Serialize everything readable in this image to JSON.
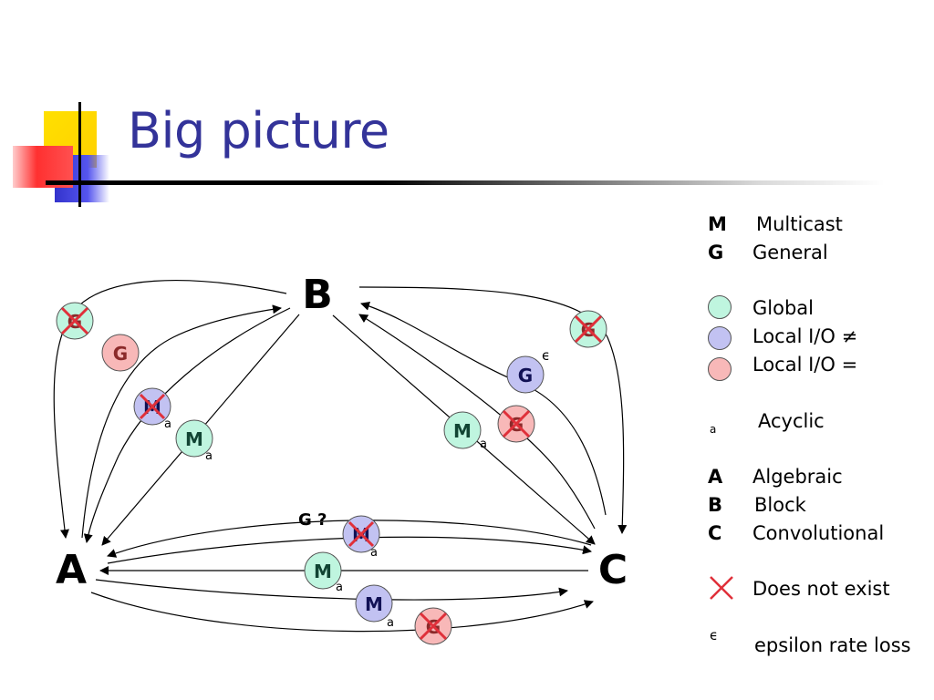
{
  "slide": {
    "title": "Big picture"
  },
  "colors": {
    "global": "#bff5df",
    "local_neq": "#c2c2f2",
    "local_eq": "#f8b8b8",
    "title": "#333399",
    "cross": "#e0303a"
  },
  "nodes": {
    "a": "A",
    "b": "B",
    "c": "C"
  },
  "diagram_labels": {
    "ab_general_nonexist": "G",
    "ab_general_local_eq": "G",
    "ab_multicast_local_neq_nonexist": "M",
    "ab_multicast_local_neq_nonexist_sub": "a",
    "ab_multicast_global": "M",
    "ab_multicast_global_sub": "a",
    "bc_general_nonexist": "G",
    "bc_general_local_neq": "G",
    "bc_epsilon": "ϵ",
    "bc_general_local_eq_nonexist": "G",
    "bc_multicast_global": "M",
    "bc_multicast_global_sub": "a",
    "ac_question": "G ?",
    "ac_multicast_local_neq_nonexist": "M",
    "ac_multicast_local_neq_nonexist_sub": "a",
    "ac_multicast_global": "M",
    "ac_multicast_global_sub": "a",
    "ac_multicast_local_neq": "M",
    "ac_multicast_local_neq_sub": "a",
    "ac_general_local_eq_nonexist": "G"
  },
  "legend": {
    "multicast_key": "M",
    "multicast_label": "Multicast",
    "general_key": "G",
    "general_label": "General",
    "global_label": "Global",
    "local_neq_label": "Local I/O ≠",
    "local_eq_label": "Local I/O =",
    "acyclic_key": "a",
    "acyclic_label": "Acyclic",
    "algebraic_key": "A",
    "algebraic_label": "Algebraic",
    "block_key": "B",
    "block_label": "Block",
    "convolutional_key": "C",
    "convolutional_label": "Convolutional",
    "nonexist_label": "Does not exist",
    "epsilon_key": "ϵ",
    "epsilon_label": "epsilon rate loss"
  }
}
